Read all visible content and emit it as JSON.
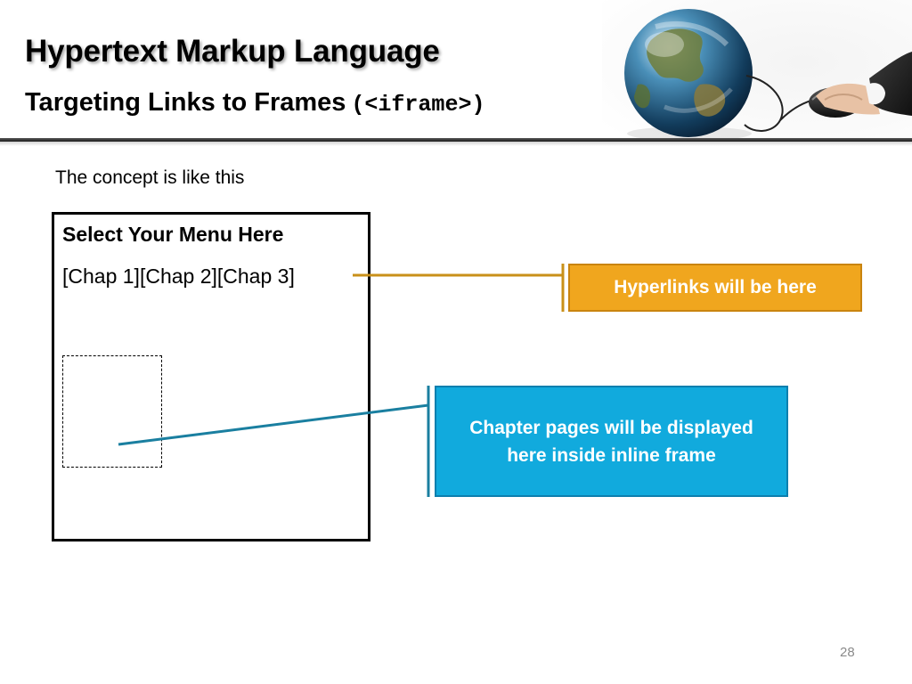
{
  "slide": {
    "title": "Hypertext Markup Language",
    "subtitle": "Targeting Links to Frames",
    "subtitle_code": "(<iframe>)",
    "page_number": "28"
  },
  "content": {
    "intro": "The concept is like this",
    "page_box": {
      "menu_title": "Select Your Menu Here",
      "menu_links": "[Chap 1][Chap 2][Chap 3]"
    },
    "callouts": {
      "hyperlinks": "Hyperlinks will be here",
      "iframe": "Chapter pages will be displayed here inside inline frame"
    }
  },
  "colors": {
    "hyperlinks_callout": "#f0a61e",
    "iframe_callout": "#11aadd",
    "hyperlinks_connector": "#c9901a",
    "iframe_connector": "#1a7fa0"
  },
  "icons": {
    "header_image": "globe-with-computer-mouse-and-hand"
  }
}
